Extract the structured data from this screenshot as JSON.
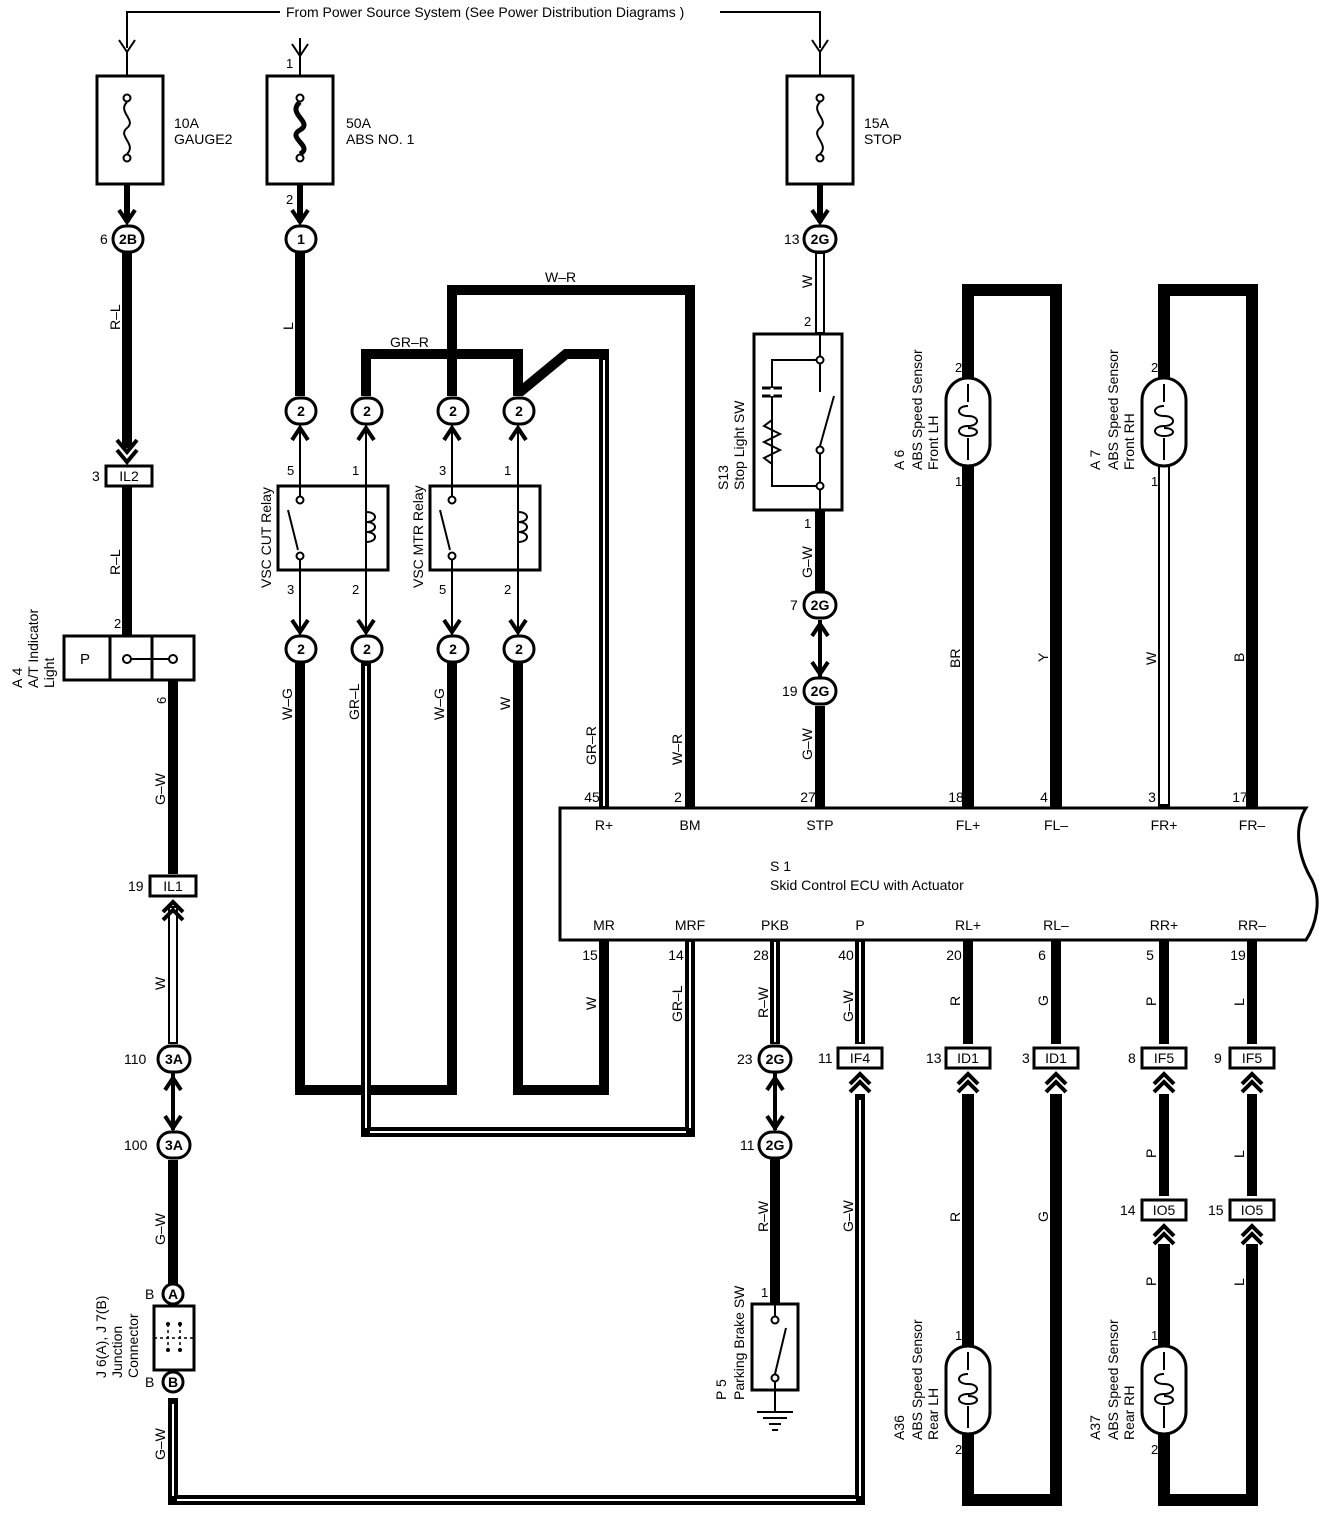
{
  "header": {
    "source": "From Power Source System  (See Power Distribution Diagrams )"
  },
  "fuses": [
    {
      "rating": "10A",
      "name": "GAUGE2"
    },
    {
      "rating": "50A",
      "name": "ABS NO. 1",
      "pin_in": "1",
      "pin_out": "2"
    },
    {
      "rating": "15A",
      "name": "STOP"
    }
  ],
  "connectors": {
    "c2b": {
      "pin": "6",
      "id": "2B"
    },
    "c1": {
      "id": "1"
    },
    "c2g13": {
      "pin": "13",
      "id": "2G"
    },
    "il2": {
      "pin": "3",
      "id": "IL2"
    },
    "il1": {
      "pin": "19",
      "id": "IL1"
    },
    "c3a110": {
      "pin": "110",
      "id": "3A"
    },
    "c3a100": {
      "pin": "100",
      "id": "3A"
    },
    "c2g7": {
      "pin": "7",
      "id": "2G"
    },
    "c2g19": {
      "pin": "19",
      "id": "2G"
    },
    "c2g23": {
      "pin": "23",
      "id": "2G"
    },
    "c2g11": {
      "pin": "11",
      "id": "2G"
    },
    "if4": {
      "pin": "11",
      "id": "IF4"
    },
    "id1a": {
      "pin": "13",
      "id": "ID1"
    },
    "id1b": {
      "pin": "3",
      "id": "ID1"
    },
    "if5a": {
      "pin": "8",
      "id": "IF5"
    },
    "if5b": {
      "pin": "9",
      "id": "IF5"
    },
    "io5a": {
      "pin": "14",
      "id": "IO5"
    },
    "io5b": {
      "pin": "15",
      "id": "IO5"
    },
    "relay_top": {
      "id": "2"
    },
    "relay_bottom": {
      "id": "2"
    },
    "junction_a": "A",
    "junction_b": "B",
    "junction_side": "B"
  },
  "wires": {
    "r_l": "R–L",
    "l": "L",
    "w": "W",
    "g_w": "G–W",
    "w_r": "W–R",
    "gr_r": "GR–R",
    "w_g": "W–G",
    "gr_l": "GR–L",
    "br": "BR",
    "y": "Y",
    "b": "B",
    "r_w": "R–W",
    "r": "R",
    "g": "G",
    "p": "P",
    "l_wire": "L"
  },
  "components": {
    "a4": {
      "code": "A 4",
      "name1": "A/T Indicator",
      "name2": "Light",
      "pin_in": "2",
      "pin_out": "6",
      "p": "P"
    },
    "vsc_cut": {
      "name": "VSC CUT Relay",
      "pins": [
        "5",
        "1",
        "3",
        "2"
      ]
    },
    "vsc_mtr": {
      "name": "VSC MTR Relay",
      "pins": [
        "3",
        "1",
        "5",
        "2"
      ]
    },
    "s13": {
      "code": "S13",
      "name": "Stop Light SW",
      "pin_top": "2",
      "pin_bottom": "1"
    },
    "a6": {
      "code": "A 6",
      "name1": "ABS Speed Sensor",
      "name2": "Front LH",
      "pin_top": "2",
      "pin_bottom": "1"
    },
    "a7": {
      "code": "A 7",
      "name1": "ABS Speed Sensor",
      "name2": "Front RH",
      "pin_top": "2",
      "pin_bottom": "1"
    },
    "a36": {
      "code": "A36",
      "name1": "ABS Speed Sensor",
      "name2": "Rear LH",
      "pin_top": "1",
      "pin_bottom": "2"
    },
    "a37": {
      "code": "A37",
      "name1": "ABS Speed Sensor",
      "name2": "Rear RH",
      "pin_top": "1",
      "pin_bottom": "2"
    },
    "p5": {
      "code": "P 5",
      "name": "Parking Brake SW",
      "pin": "1"
    },
    "j6": {
      "code": "J 6(A), J 7(B)",
      "name1": "Junction",
      "name2": "Connector"
    }
  },
  "ecu": {
    "code": "S 1",
    "name": "Skid Control ECU with Actuator",
    "top_terminals": [
      {
        "pin": "45",
        "label": "R+"
      },
      {
        "pin": "2",
        "label": "BM"
      },
      {
        "pin": "27",
        "label": "STP"
      },
      {
        "pin": "18",
        "label": "FL+"
      },
      {
        "pin": "4",
        "label": "FL–"
      },
      {
        "pin": "3",
        "label": "FR+"
      },
      {
        "pin": "17",
        "label": "FR–"
      }
    ],
    "bottom_terminals": [
      {
        "pin": "15",
        "label": "MR"
      },
      {
        "pin": "14",
        "label": "MRF"
      },
      {
        "pin": "28",
        "label": "PKB"
      },
      {
        "pin": "40",
        "label": "P"
      },
      {
        "pin": "20",
        "label": "RL+"
      },
      {
        "pin": "6",
        "label": "RL–"
      },
      {
        "pin": "5",
        "label": "RR+"
      },
      {
        "pin": "19",
        "label": "RR–"
      }
    ]
  }
}
